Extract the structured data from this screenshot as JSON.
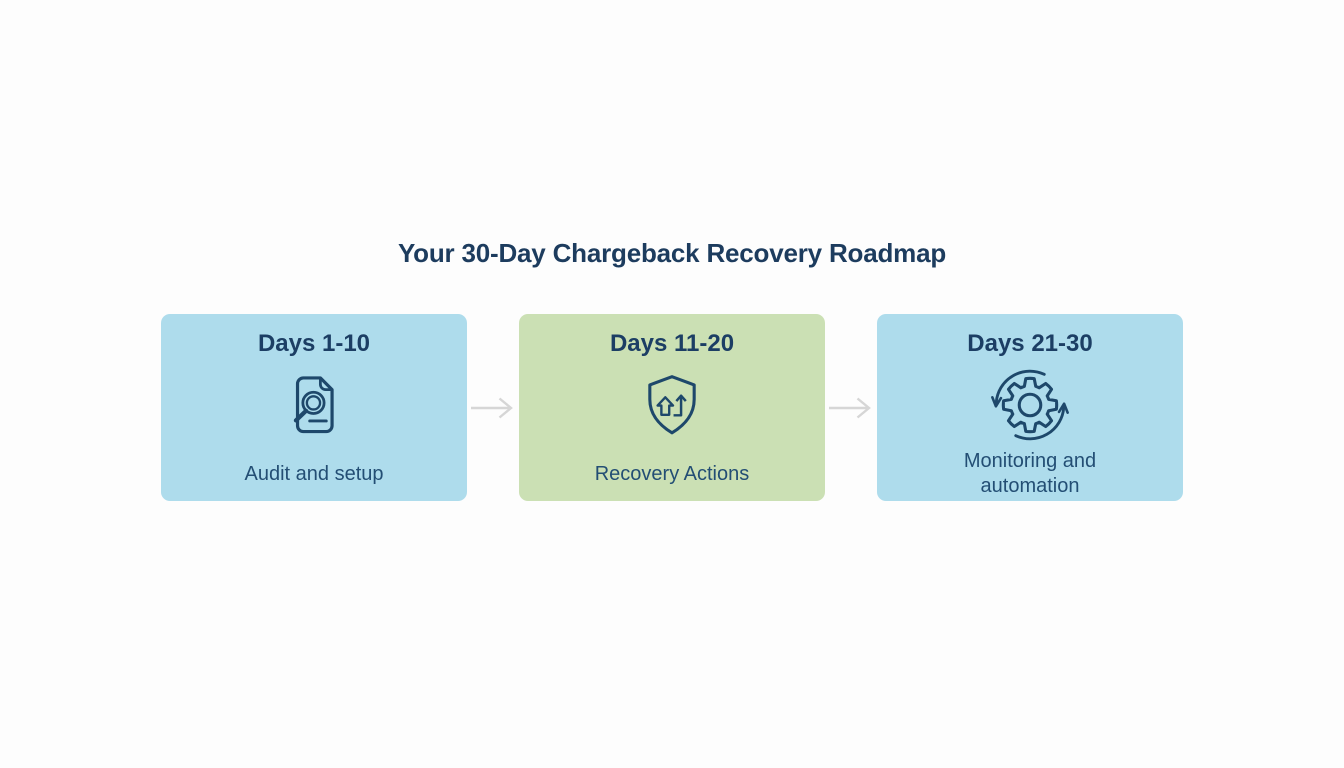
{
  "title": "Your 30-Day Chargeback Recovery Roadmap",
  "colors": {
    "page_bg": "#fdfdfd",
    "title_text": "#1d3c5e",
    "heading_text": "#1c3e64",
    "label_text": "#234e74",
    "icon_stroke": "#1e486b",
    "arrow_gray": "#d6d6d6",
    "box_blue": "#aedcec",
    "box_green": "#cbe0b4"
  },
  "steps": [
    {
      "period": "Days 1-10",
      "label": "Audit and setup",
      "icon": "document-search-icon",
      "color": "#aedcec"
    },
    {
      "period": "Days 11-20",
      "label": "Recovery Actions",
      "icon": "shield-growth-icon",
      "color": "#cbe0b4"
    },
    {
      "period": "Days 21-30",
      "label": "Monitoring and automation",
      "icon": "gear-automation-icon",
      "color": "#aedcec"
    }
  ],
  "connectors": [
    {
      "icon": "right-arrow-icon"
    },
    {
      "icon": "right-arrow-icon"
    }
  ]
}
